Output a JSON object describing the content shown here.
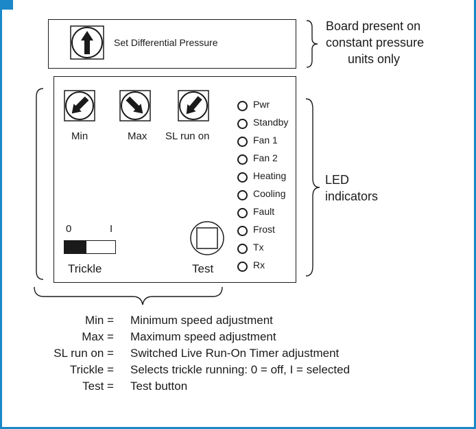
{
  "differential_board": {
    "label": "Set Differential Pressure",
    "note_lines": [
      "Board present on",
      "constant pressure",
      "units only"
    ]
  },
  "controls": {
    "knobs": [
      {
        "label": "Min",
        "pointer": "down-left"
      },
      {
        "label": "Max",
        "pointer": "down-right"
      },
      {
        "label": "SL run on",
        "pointer": "down-left"
      }
    ],
    "leds": [
      "Pwr",
      "Standby",
      "Fan 1",
      "Fan 2",
      "Heating",
      "Cooling",
      "Fault",
      "Frost",
      "Tx",
      "Rx"
    ],
    "led_note_lines": [
      "LED",
      "indicators"
    ],
    "switch": {
      "label": "Trickle",
      "off_label": "0",
      "on_label": "I",
      "position": "0"
    },
    "test_button": {
      "label": "Test"
    }
  },
  "legend": [
    {
      "key": "Min =",
      "desc": "Minimum speed adjustment"
    },
    {
      "key": "Max =",
      "desc": "Maximum speed adjustment"
    },
    {
      "key": "SL run on =",
      "desc": "Switched Live Run-On Timer adjustment"
    },
    {
      "key": "Trickle =",
      "desc": "Selects trickle running: 0 = off, I = selected"
    },
    {
      "key": "Test =",
      "desc": "Test button"
    }
  ],
  "colors": {
    "frame": "#1a88c9",
    "ink": "#1a1a1a"
  }
}
